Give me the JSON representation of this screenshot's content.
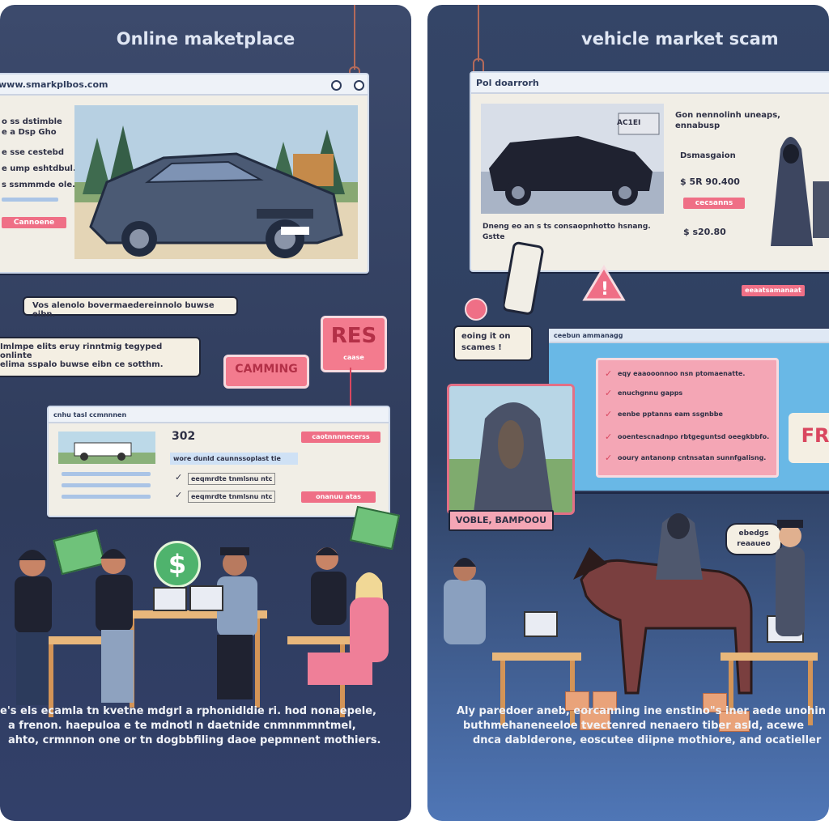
{
  "left": {
    "title": "Online maketplace",
    "url": "www.smarkplbos.com",
    "listing_lines": [
      "o ss dstimble",
      "e a Dsp Gho",
      "e sse cestebd",
      "e  ump eshtdbul.",
      "s ssmmmde ole."
    ],
    "listing_button": "Cannoene",
    "bubble_top": "Vos alenolo bovermaedereinnolo buwse eibn.",
    "bubble_mid": [
      "Imlmpe elits eruy rinntmig tegyped onlinte",
      "elima sspalo buwse eibn ce sotthm."
    ],
    "sign_res": "RES",
    "sign_res_sub": "caase",
    "sign_camming": "CAMMING",
    "bottom_win_url": "cnhu tasl ccmnnnen",
    "bottom_win_year": "302",
    "bottom_win_sub": "wore dunld caunnssoplast tie",
    "bottom_win_checks": [
      "eeqmrdte tnmlsnu ntc",
      "eeqmrdte tnmlsnu ntc"
    ],
    "bottom_win_buttons": [
      "caotnnnnecerss",
      "onanuu atas"
    ],
    "dollar": "$",
    "caption": [
      "e's els ecamla tn kvetne mdgrl a rphonidldie ri. hod nonaepele,",
      "a frenon. haepuloa e te mdnotl n daetnide cnmnmmntmel,",
      "ahto, crmnnon one or tn dogbbfiling daoe pepmnent mothiers."
    ]
  },
  "right": {
    "title": "vehicle market scam",
    "url": "Pol doarrorh",
    "car_sign": "AC1EI",
    "details": [
      "Gon nennolinh uneaps,",
      "ennabusp"
    ],
    "detail_label": "Dsmasgaion",
    "price_1": "$ 5R 90.400",
    "price_button": "cecsanns",
    "price_2": "$ s20.80",
    "listing_caption": "Dneng eo an s ts consaopnhotto hsnang.",
    "listing_caption_2": "Gstte",
    "float_button": "eeaatsamanaat",
    "bubble_scam": "eoing it on\nscames !",
    "screen_url": "ceebun ammanagg",
    "screen_checks": [
      "eqy eaaooonnoo nsn ptomaenatte.",
      "enuchgnnu gapps",
      "eenbe pptanns eam ssgnbbe",
      "ooentescnadnpo rbtgeguntsd oeegkbbfo.",
      "ooury antanonp cntnsatan sunnfgalisng."
    ],
    "screen_fr": "FR",
    "poster_caption": "VOBLE, BAMPOOU",
    "bubble_right": "ebedgs\nreaaueo",
    "caption": [
      "Aly paredoer aneb, eorcanning ine enstino\"s iner aede unohin",
      "buthmehaneneeloe tvectenred nenaero tiber asld, acewe",
      "dnca dablderone, eoscutee diipne mothiore, and ocatieller"
    ]
  },
  "colors": {
    "accent_pink": "#ef6f86",
    "panel_navy": "#334263",
    "paper": "#f1eee6",
    "screen_blue": "#69b8e6"
  }
}
